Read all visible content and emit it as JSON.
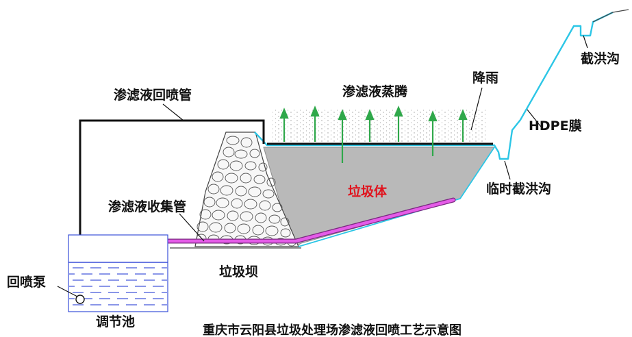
{
  "title": "重庆市云阳县垃圾处理场渗滤液回喷工艺示意图",
  "labels": {
    "recirculation_pipe": "渗滤液回喷管",
    "evaporation": "渗滤液蒸腾",
    "rainfall": "降雨",
    "intercept_ditch": "截洪沟",
    "hdpe_membrane": "HDPE膜",
    "temporary_ditch": "临时截洪沟",
    "waste_body": "垃圾体",
    "collection_pipe": "渗滤液收集管",
    "waste_dam": "垃圾坝",
    "recirculation_pump": "回喷泵",
    "regulating_pool": "调节池"
  },
  "colors": {
    "pipe": "#111111",
    "hdpe": "#2cc6e6",
    "waste": "#b9b9b9",
    "collection_pipe": "#e55ce8",
    "evaporation_arrow": "#2fa84a",
    "water_dash": "#3a4fd8",
    "label_red": "#e0141e"
  }
}
